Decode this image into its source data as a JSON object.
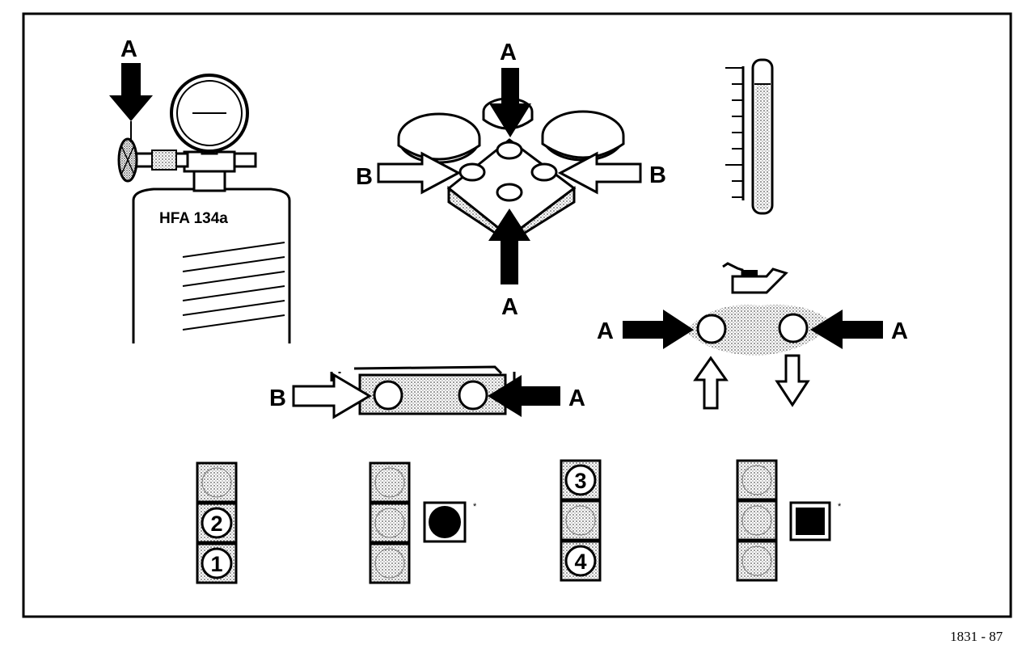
{
  "figure_ref": "1831 - 87",
  "cylinder": {
    "text": "HFA 134a",
    "arrow_label": "A"
  },
  "valve_block": {
    "top_label": "A",
    "bottom_label": "A",
    "left_label": "B",
    "right_label": "B"
  },
  "pipe": {
    "left_label": "B",
    "right_label": "A"
  },
  "oil_tube": {
    "left_label": "A",
    "right_label": "A"
  },
  "indicators": {
    "group1": [
      "",
      "2",
      "1"
    ],
    "group2": [
      "",
      "",
      ""
    ],
    "group2_mark": "*",
    "group3": [
      "3",
      "",
      "4"
    ],
    "group4": [
      "",
      "",
      ""
    ],
    "group4_mark": "*"
  },
  "colors": {
    "ink": "#000000",
    "stipple": "#c8c8c8",
    "paper": "#ffffff"
  }
}
